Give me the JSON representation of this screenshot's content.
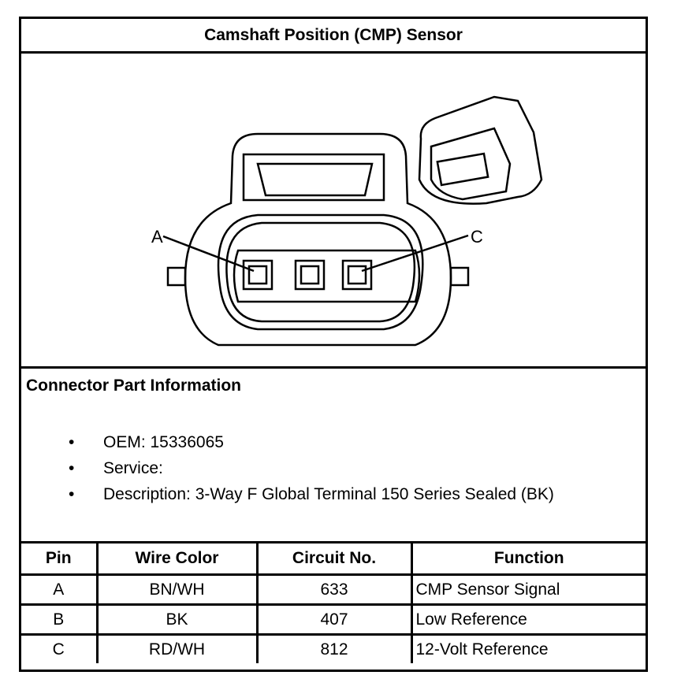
{
  "title": "Camshaft Position (CMP) Sensor",
  "drawing": {
    "pin_callouts": [
      "A",
      "C"
    ],
    "icon": "three-way-connector-drawing"
  },
  "connector_info": {
    "heading": "Connector Part Information",
    "items": [
      "OEM: 15336065",
      "Service:",
      "Description: 3-Way F Global Terminal 150 Series Sealed (BK)"
    ]
  },
  "pin_table": {
    "headers": [
      "Pin",
      "Wire Color",
      "Circuit No.",
      "Function"
    ],
    "rows": [
      [
        "A",
        "BN/WH",
        "633",
        "CMP Sensor Signal"
      ],
      [
        "B",
        "BK",
        "407",
        "Low Reference"
      ],
      [
        "C",
        "RD/WH",
        "812",
        "12-Volt Reference"
      ]
    ]
  }
}
